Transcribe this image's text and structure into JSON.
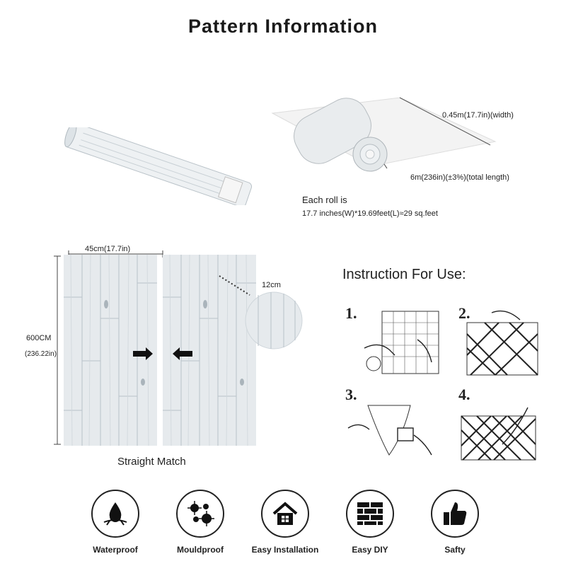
{
  "title": "Pattern Information",
  "roll": {
    "width_label": "0.45m(17.7in)(width)",
    "length_label": "6m(236in)(±3%)(total length)",
    "each_roll": "Each roll is",
    "coverage": "17.7 inches(W)*19.69feet(L)≈29 sq.feet"
  },
  "pattern": {
    "width_label": "45cm(17.7in)",
    "height_label": "600CM",
    "height_label_in": "(236.22in)",
    "detail_label": "12cm",
    "match_label": "Straight Match"
  },
  "instructions": {
    "title": "Instruction For Use:",
    "steps": [
      "1.",
      "2.",
      "3.",
      "4."
    ]
  },
  "features": [
    {
      "label": "Waterproof",
      "icon": "water-drop-icon"
    },
    {
      "label": "Mouldproof",
      "icon": "mould-icon"
    },
    {
      "label": "Easy Installation",
      "icon": "house-icon"
    },
    {
      "label": "Easy DIY",
      "icon": "brick-wall-icon"
    },
    {
      "label": "Safty",
      "icon": "thumbs-up-icon"
    }
  ],
  "colors": {
    "wood_light": "#e4e9ec",
    "wood_grain": "#b7c1c8",
    "ink": "#222222"
  }
}
